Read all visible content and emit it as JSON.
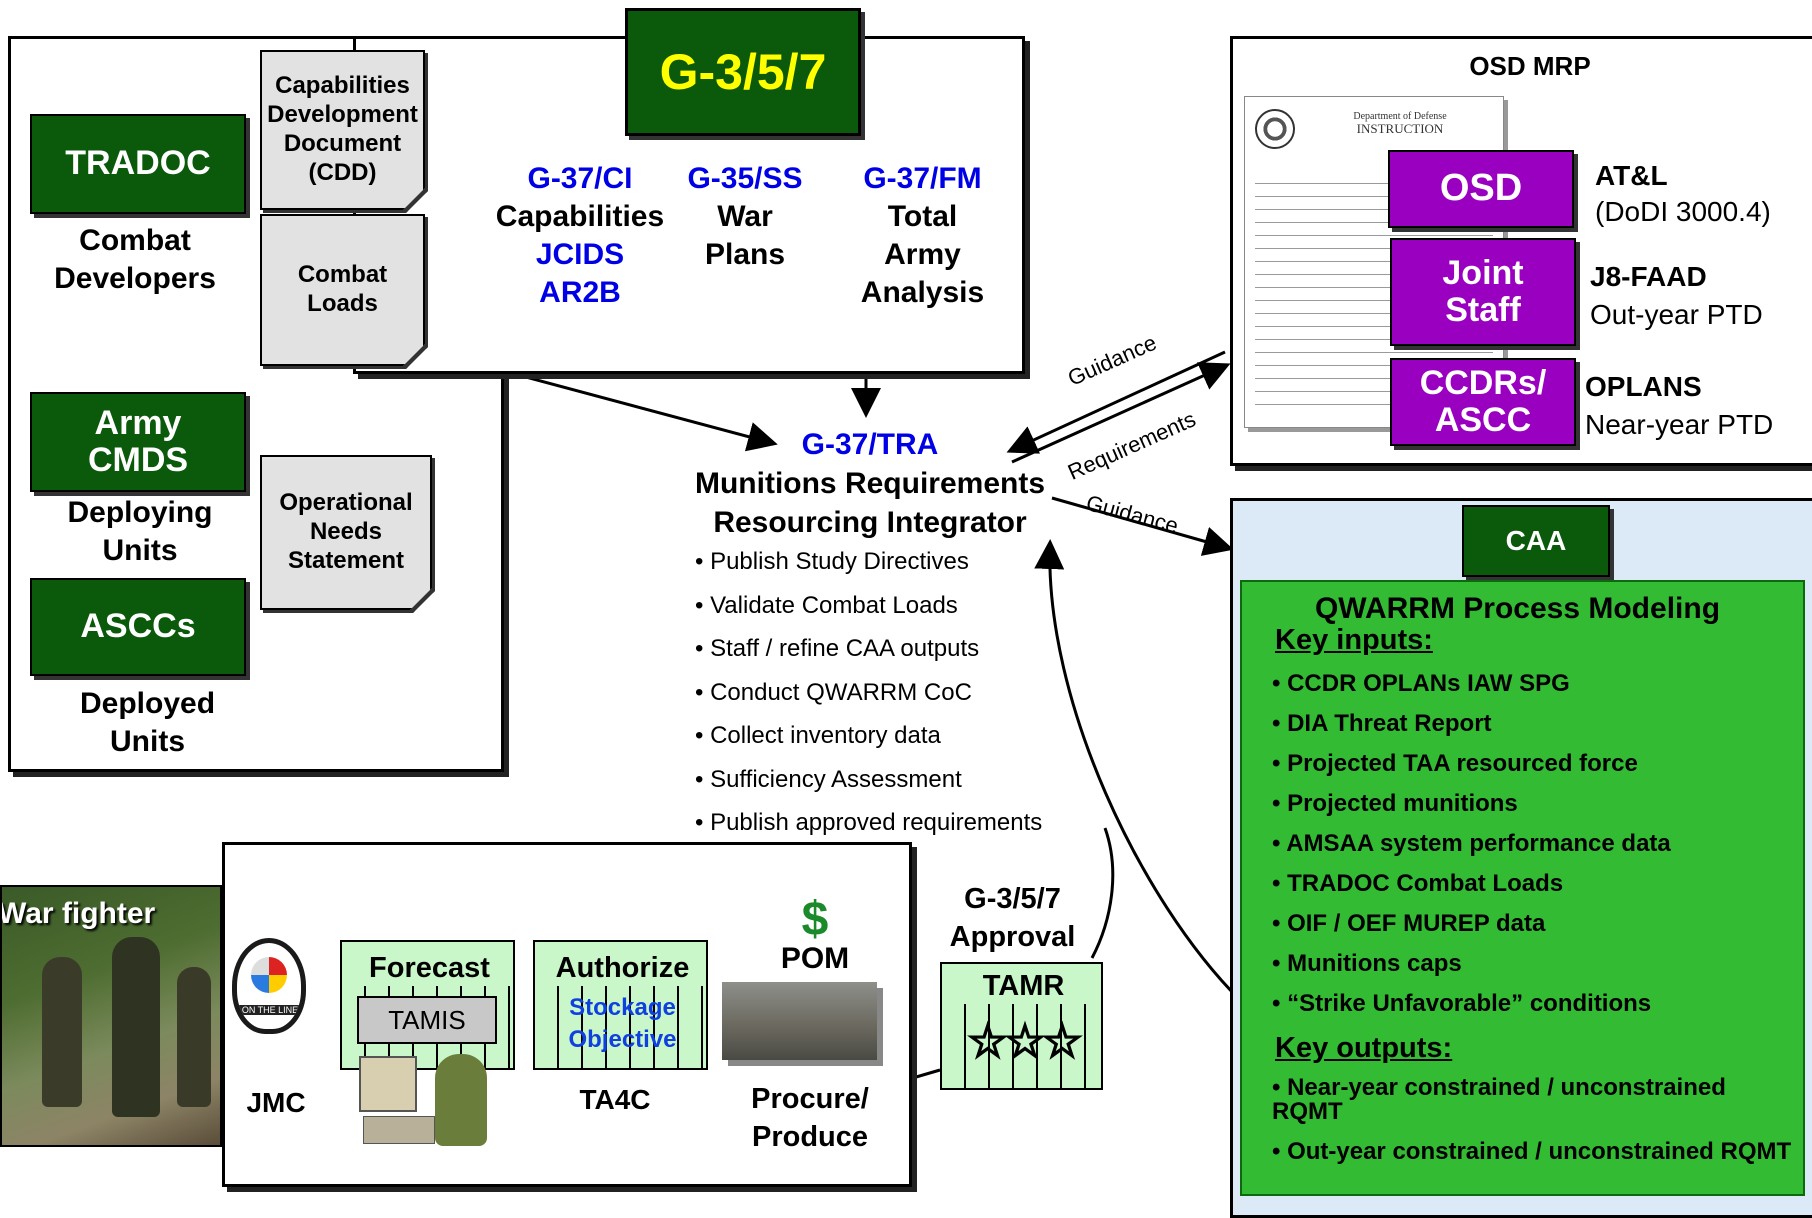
{
  "g357": {
    "title": "G-3/5/7",
    "col1": {
      "code": "G-37/CI",
      "l1": "Capabilities",
      "l2": "JCIDS",
      "l3": "AR2B"
    },
    "col2": {
      "code": "G-35/SS",
      "l1": "War",
      "l2": "Plans"
    },
    "col3": {
      "code": "G-37/FM",
      "l1": "Total",
      "l2": "Army",
      "l3": "Analysis"
    }
  },
  "left": {
    "tradoc": "TRADOC",
    "tradoc_l1": "Combat",
    "tradoc_l2": "Developers",
    "army_l1": "Army",
    "army_l2": "CMDS",
    "army_sub1": "Deploying",
    "army_sub2": "Units",
    "asccs": "ASCCs",
    "asccs_sub1": "Deployed",
    "asccs_sub2": "Units",
    "cdd_l1": "Capabilities",
    "cdd_l2": "Development",
    "cdd_l3": "Document",
    "cdd_l4": "(CDD)",
    "loads_l1": "Combat",
    "loads_l2": "Loads",
    "ons_l1": "Operational",
    "ons_l2": "Needs",
    "ons_l3": "Statement"
  },
  "center": {
    "code": "G-37/TRA",
    "title1": "Munitions Requirements",
    "title2": "Resourcing Integrator",
    "bullets": [
      "Publish Study Directives",
      "Validate Combat Loads",
      "Staff / refine CAA outputs",
      "Conduct QWARRM CoC",
      "Collect inventory data",
      "Sufficiency Assessment",
      "Publish approved requirements"
    ],
    "guidance_top": "Guidance",
    "requirements": "Requirements",
    "guidance_bottom": "Guidance"
  },
  "osd": {
    "title": "OSD MRP",
    "doc_header1": "Department of Defense",
    "doc_header2": "INSTRUCTION",
    "osd": "OSD",
    "joint1": "Joint",
    "joint2": "Staff",
    "ccdr1": "CCDRs/",
    "ccdr2": "ASCC",
    "atl": "AT&L",
    "dodi": "(DoDI 3000.4)",
    "j8": "J8-FAAD",
    "outyear": "Out-year PTD",
    "oplans": "OPLANS",
    "nearyear": "Near-year PTD"
  },
  "caa": {
    "label": "CAA",
    "title": "QWARRM Process Modeling",
    "inputs_label": "Key inputs:",
    "inputs": [
      "CCDR OPLANs IAW SPG",
      "DIA Threat Report",
      "Projected TAA resourced force",
      "Projected munitions",
      "AMSAA system performance data",
      "TRADOC Combat Loads",
      "OIF / OEF MUREP data",
      "Munitions caps",
      "“Strike Unfavorable” conditions"
    ],
    "outputs_label": "Key outputs:",
    "outputs": [
      "Near-year constrained / unconstrained RQMT",
      "Out-year constrained / unconstrained RQMT"
    ]
  },
  "bottom": {
    "war_fighter": "War fighter",
    "on_the_line": "ON THE LINE",
    "jmc": "JMC",
    "forecast": "Forecast",
    "tamis": "TAMIS",
    "authorize": "Authorize",
    "stockage1": "Stockage",
    "stockage2": "Objective",
    "ta4c": "TA4C",
    "dollar": "$",
    "pom": "POM",
    "procure1": "Procure/",
    "procure2": "Produce",
    "approval1": "G-3/5/7",
    "approval2": "Approval",
    "tamr": "TAMR"
  },
  "colors": {
    "dark_green": "#0b5a0b",
    "purple": "#9a00c0",
    "blue_text": "#0000e6",
    "caa_green": "#33bb33",
    "caa_bg": "#dce9f7"
  }
}
